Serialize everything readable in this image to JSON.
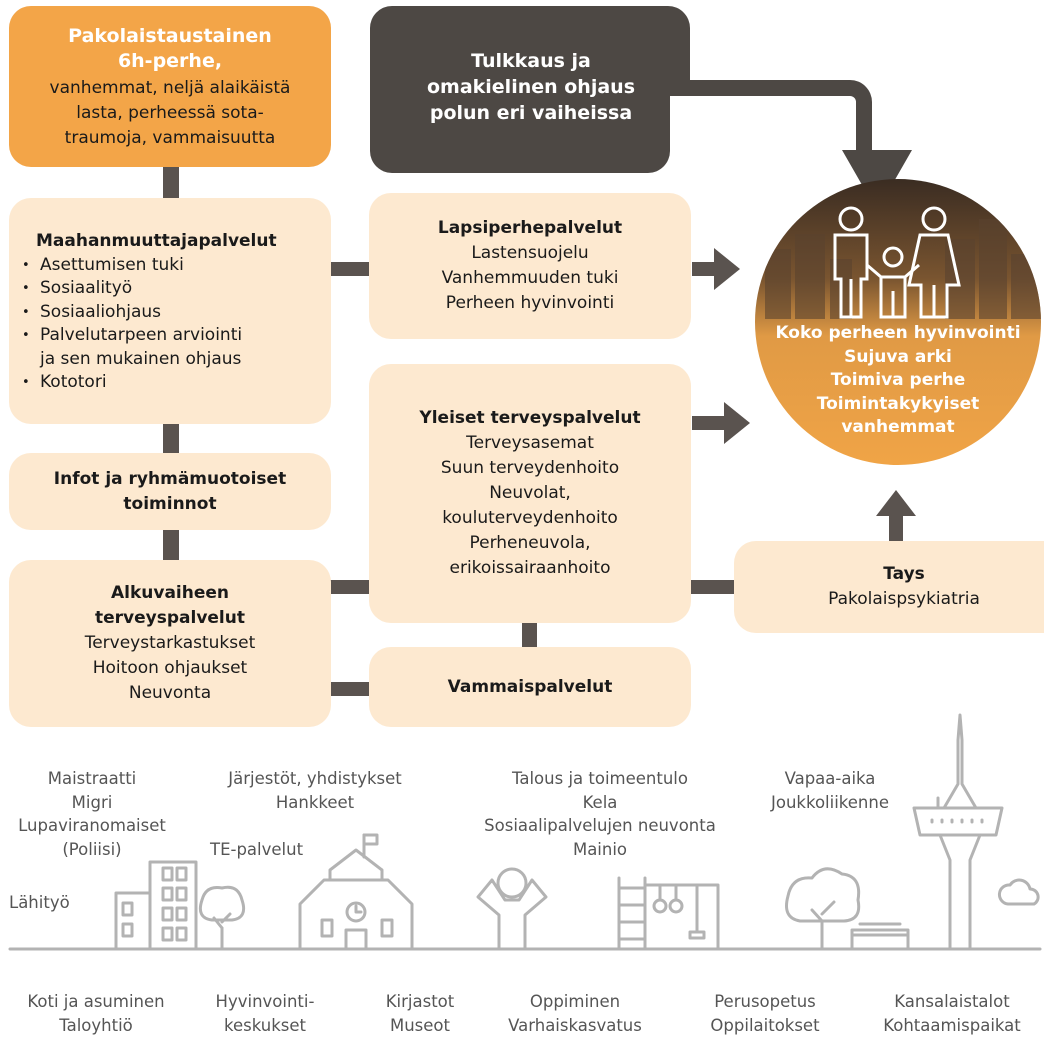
{
  "family_box": {
    "title_1": "Pakolaistaustainen",
    "title_2": "6h-perhe,",
    "desc": [
      "vanhemmat, neljä alaikäistä",
      "lasta, perheessä sota-",
      "traumoja, vammaisuutta"
    ]
  },
  "interpretation_box": {
    "lines": [
      "Tulkkaus ja",
      "omakielinen ohjaus",
      "polun eri vaiheissa"
    ]
  },
  "immigrant_services": {
    "title": "Maahanmuuttajapalvelut",
    "items": [
      "Asettumisen tuki",
      "Sosiaalityö",
      "Sosiaaliohjaus",
      "Palvelutarpeen arviointi",
      "Kototori"
    ],
    "item_cont": "ja sen mukainen ohjaus"
  },
  "info_box": {
    "lines": [
      "Infot ja ryhmämuotoiset",
      "toiminnot"
    ]
  },
  "initial_health": {
    "title_1": "Alkuvaiheen",
    "title_2": "terveyspalvelut",
    "items": [
      "Terveystarkastukset",
      "Hoitoon ohjaukset",
      "Neuvonta"
    ]
  },
  "family_services": {
    "title": "Lapsiperhepalvelut",
    "items": [
      "Lastensuojelu",
      "Vanhemmuuden tuki",
      "Perheen hyvinvointi"
    ]
  },
  "general_health": {
    "title": "Yleiset terveyspalvelut",
    "items": [
      "Terveysasemat",
      "Suun terveydenhoito",
      "Neuvolat,",
      "kouluterveydenhoito",
      "Perheneuvola,",
      "erikoissairaanhoito"
    ]
  },
  "disability": {
    "title": "Vammaispalvelut"
  },
  "tays": {
    "title": "Tays",
    "sub": "Pakolaispsykiatria"
  },
  "goal": {
    "lines": [
      "Koko perheen hyvinvointi",
      "Sujuva arki",
      "Toimiva perhe",
      "Toimintakykyiset",
      "vanhemmat"
    ]
  },
  "labels": {
    "maistraatti": [
      "Maistraatti",
      "Migri",
      "Lupaviranomaiset",
      "(Poliisi)"
    ],
    "jarjestot": [
      "Järjestöt, yhdistykset",
      "Hankkeet"
    ],
    "talous": [
      "Talous ja toimeentulo",
      "Kela",
      "Sosiaalipalvelujen neuvonta",
      "Mainio"
    ],
    "vapaa": [
      "Vapaa-aika",
      "Joukkoliikenne"
    ],
    "te": "TE-palvelut",
    "lahityo": "Lähityö",
    "koti": [
      "Koti ja asuminen",
      "Taloyhtiö"
    ],
    "hyvinvointi": [
      "Hyvinvointi-",
      "keskukset"
    ],
    "kirjastot": [
      "Kirjastot",
      "Museot"
    ],
    "oppiminen": [
      "Oppiminen",
      "Varhaiskasvatus"
    ],
    "perusopetus": [
      "Perusopetus",
      "Oppilaitokset"
    ],
    "kansalaistalot": [
      "Kansalaistalot",
      "Kohtaamispaikat"
    ]
  },
  "colors": {
    "orange": "#f3a548",
    "light": "#fde9d0",
    "dark": "#4d4844",
    "connector": "#5a534f",
    "line_art": "#b3b3b3"
  }
}
